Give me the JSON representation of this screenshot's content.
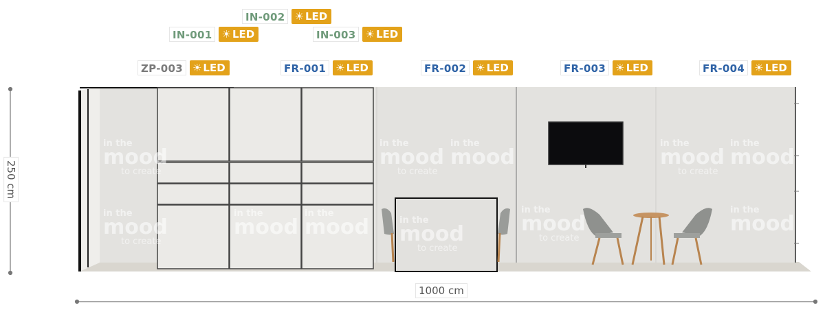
{
  "labels": {
    "in_002": {
      "code": "IN-002",
      "led": "LED"
    },
    "in_001": {
      "code": "IN-001",
      "led": "LED"
    },
    "in_003": {
      "code": "IN-003",
      "led": "LED"
    },
    "zp_003": {
      "code": "ZP-003",
      "led": "LED"
    },
    "fr_001": {
      "code": "FR-001",
      "led": "LED"
    },
    "fr_002": {
      "code": "FR-002",
      "led": "LED"
    },
    "fr_003": {
      "code": "FR-003",
      "led": "LED"
    },
    "fr_004": {
      "code": "FR-004",
      "led": "LED"
    }
  },
  "led_icon": "☀",
  "dimensions": {
    "height": "250 cm",
    "width": "1000 cm"
  },
  "wall_text": {
    "line1": "in the",
    "line2": "mood",
    "line3": "to create"
  },
  "colors": {
    "led_badge": "#e3a21a",
    "code_green": "#6f9a7a",
    "code_blue": "#2f63a6",
    "code_gray": "#7a7a7a"
  }
}
